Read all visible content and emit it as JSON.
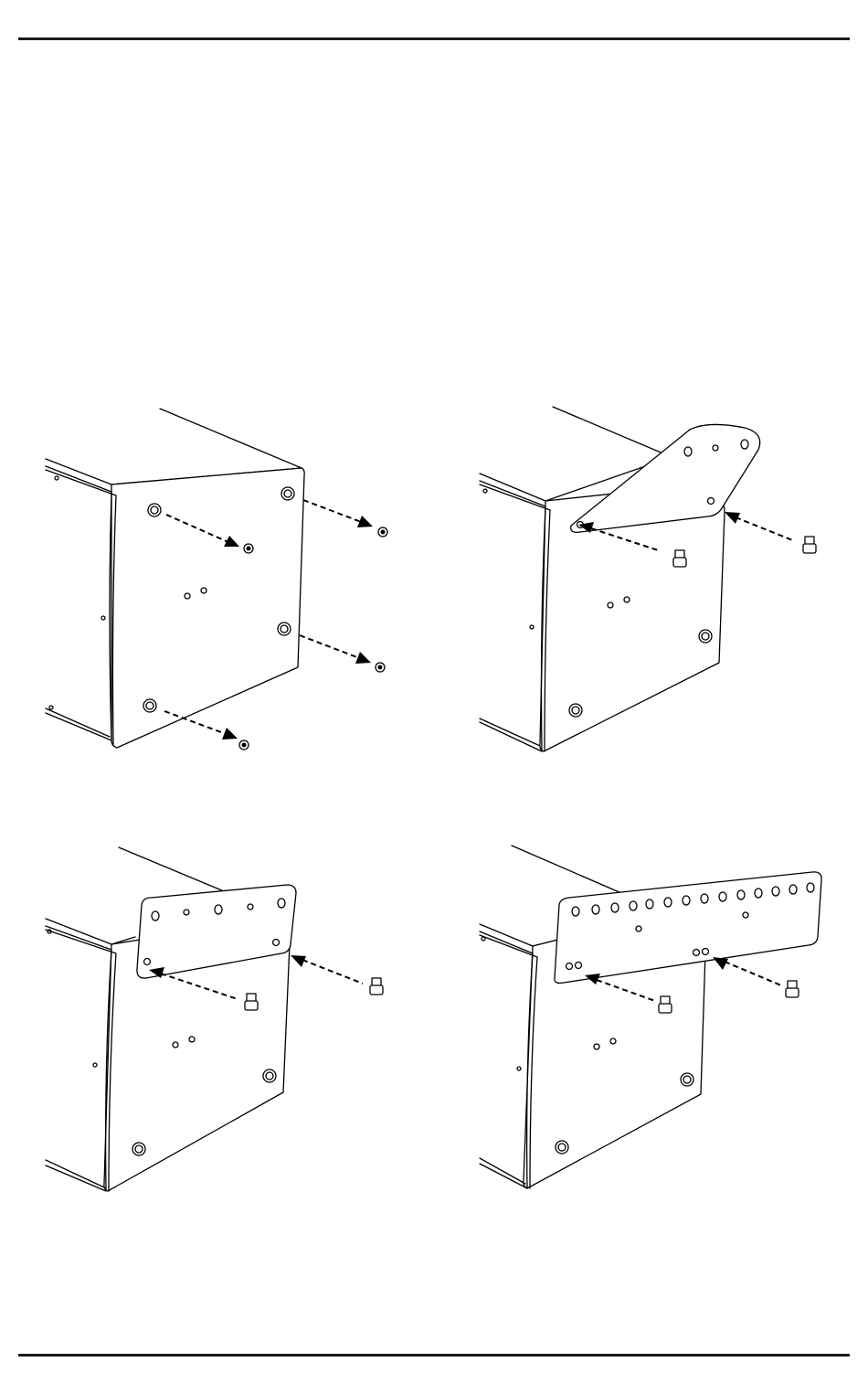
{
  "page": {
    "colors": {
      "ink": "#000000",
      "rule": "#1a1a1a",
      "background": "#ffffff"
    }
  },
  "figures": [
    {
      "id": "step-1",
      "description_icon": "cabinet-remove-screws-icon"
    },
    {
      "id": "step-2",
      "description_icon": "triangular-bracket-icon"
    },
    {
      "id": "step-3",
      "description_icon": "short-bracket-icon"
    },
    {
      "id": "step-4",
      "description_icon": "long-bar-bracket-icon"
    }
  ]
}
